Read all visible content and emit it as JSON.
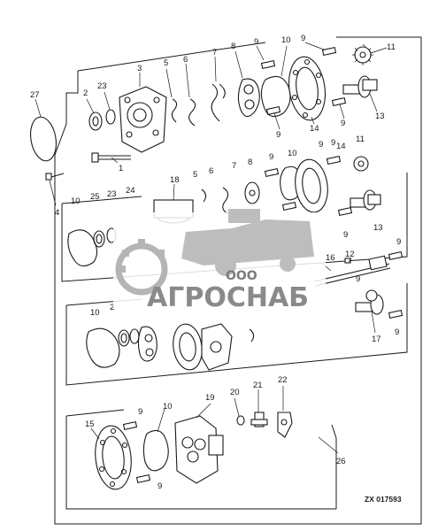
{
  "callouts": {
    "c1": "1",
    "c2a": "2",
    "c2b": "2",
    "c3": "3",
    "c4": "4",
    "c5a": "5",
    "c5b": "5",
    "c6a": "6",
    "c6b": "6",
    "c7a": "7",
    "c7b": "7",
    "c8a": "8",
    "c8b": "8",
    "c9a": "9",
    "c9b": "9",
    "c9c": "9",
    "c9d": "9",
    "c9e": "9",
    "c9f": "9",
    "c9g": "9",
    "c9h": "9",
    "c9i": "9",
    "c9j": "9",
    "c9k": "9",
    "c9l": "9",
    "c9m": "9",
    "c10a": "10",
    "c10b": "10",
    "c10c": "10",
    "c10d": "10",
    "c10e": "10",
    "c11a": "11",
    "c11b": "11",
    "c12": "12",
    "c13a": "13",
    "c13b": "13",
    "c14a": "14",
    "c14b": "14",
    "c15": "15",
    "c16": "16",
    "c17": "17",
    "c18": "18",
    "c19": "19",
    "c20": "20",
    "c21": "21",
    "c22": "22",
    "c23a": "23",
    "c23b": "23",
    "c24": "24",
    "c25": "25",
    "c26": "26",
    "c27": "27"
  },
  "figure_code": "ZX 017593",
  "watermark": {
    "company": "ООО",
    "brand": "АГРОСНАБ"
  },
  "colors": {
    "ink": "#1a1a1a",
    "watermark": "#9a9a9a"
  }
}
